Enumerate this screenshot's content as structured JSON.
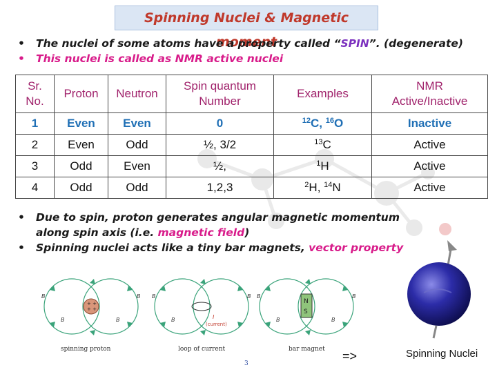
{
  "title": "Spinning Nuclei & Magnetic moment",
  "bullets_top": [
    {
      "pre": "The nuclei of some atoms have a property called  “",
      "highlight": "SPIN",
      "post": "”. (degenerate)"
    },
    {
      "text": "This nuclei is called as NMR active nuclei"
    }
  ],
  "table": {
    "headers": [
      "Sr. No.",
      "Proton",
      "Neutron",
      "Spin quantum Number",
      "Examples",
      "NMR Active/Inactive"
    ],
    "header_lines": [
      [
        "Sr.",
        "No."
      ],
      [
        "Proton"
      ],
      [
        "Neutron"
      ],
      [
        "Spin quantum",
        "Number"
      ],
      [
        "Examples"
      ],
      [
        "NMR",
        "Active/Inactive"
      ]
    ],
    "rows": [
      {
        "sr": "1",
        "proton": "Even",
        "neutron": "Even",
        "spin": "0",
        "ex1_sup": "12",
        "ex1": "C, ",
        "ex2_sup": "16",
        "ex2": "O",
        "nmr": "Inactive"
      },
      {
        "sr": "2",
        "proton": "Even",
        "neutron": "Odd",
        "spin": "½, 3/2",
        "ex1_sup": "13",
        "ex1": "C",
        "ex2_sup": "",
        "ex2": "",
        "nmr": "Active"
      },
      {
        "sr": "3",
        "proton": "Odd",
        "neutron": "Even",
        "spin": "½,",
        "ex1_sup": "1",
        "ex1": "H",
        "ex2_sup": "",
        "ex2": "",
        "nmr": "Active"
      },
      {
        "sr": "4",
        "proton": "Odd",
        "neutron": "Odd",
        "spin": "1,2,3",
        "ex1_sup": "2",
        "ex1": "H, ",
        "ex2_sup": "14",
        "ex2": "N",
        "nmr": "Active"
      }
    ]
  },
  "bullets_mid": [
    {
      "line1": "Due to spin, proton generates angular magnetic momentum",
      "line2_pre": "along spin axis (i.e. ",
      "line2_hl": "magnetic field",
      "line2_post": ")"
    },
    {
      "pre": "Spinning nuclei acts like a tiny bar magnets,  ",
      "hl": "vector property"
    }
  ],
  "diagrams": {
    "captions": [
      "spinning proton",
      "loop of current",
      "bar magnet"
    ],
    "field_label": "B",
    "current_label": "I",
    "current_note": "(current)",
    "magnet_n": "N",
    "magnet_s": "S"
  },
  "page_number": "3",
  "arrow": "=>",
  "spinning_caption": "Spinning Nuclei",
  "colors": {
    "title": "#c0392b",
    "magenta": "#d81b8a",
    "purple": "#7b2fbe",
    "header": "#a0226b",
    "row1": "#1f6fb5"
  }
}
